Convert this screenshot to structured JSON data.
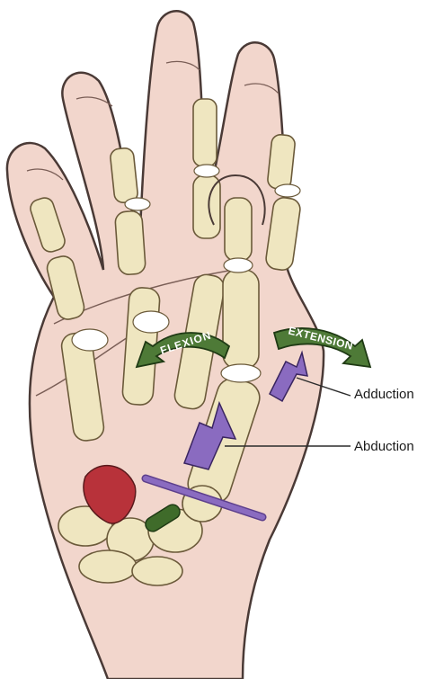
{
  "labels": {
    "flexion": "FLEXION",
    "extension": "EXTENSION",
    "adduction": "Adduction",
    "abduction": "Abduction"
  },
  "colors": {
    "skin": "#f2d6cc",
    "skin_outline": "#4a3a36",
    "bone": "#efe6c0",
    "bone_joint": "#ffffff",
    "arrow_green": "#4e7a37",
    "arrow_purple": "#8a6bc0",
    "axis_green": "#3f6b2a",
    "muscle_red": "#b8323a"
  },
  "icons": [
    "flexion-arrow-icon",
    "extension-arrow-icon",
    "adduction-arrow-icon",
    "abduction-arrow-icon"
  ]
}
